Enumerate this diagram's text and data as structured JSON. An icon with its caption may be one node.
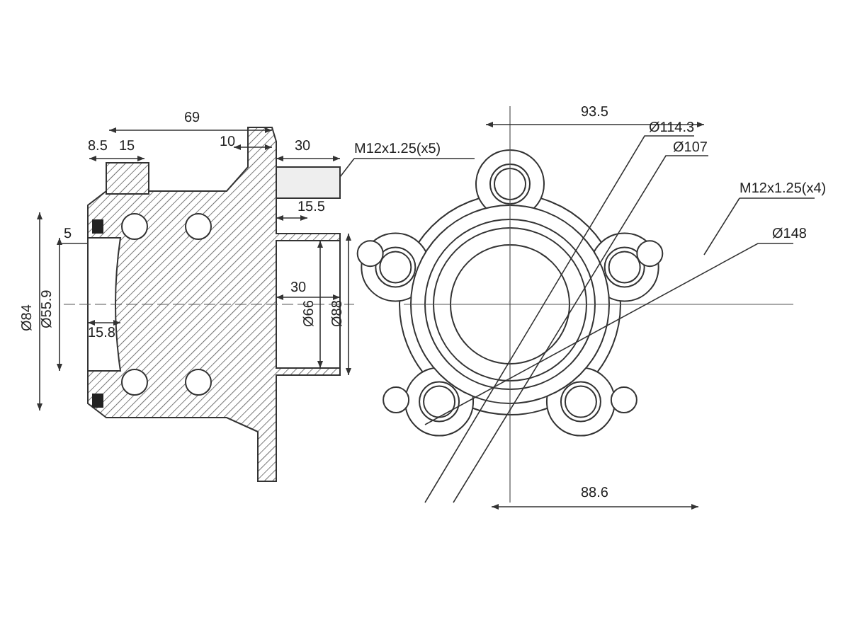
{
  "diagram": {
    "nodes": [
      {
        "text": [
          "M12x1.25(x5)"
        ]
      },
      {
        "text": [
          "M12x1.25(x4)"
        ]
      }
    ],
    "edges": [
      {
        "from": 0,
        "to": null,
        "arrow": "none"
      },
      {
        "from": 1,
        "to": null,
        "arrow": "none"
      }
    ],
    "labels": [
      "69",
      "8.5",
      "15",
      "10",
      "30",
      "15.5",
      "5",
      "Ø84",
      "Ø55.9",
      "15.8",
      "30",
      "Ø66",
      "Ø88",
      "93.5",
      "Ø114.3",
      "Ø107",
      "Ø148",
      "88.6"
    ]
  }
}
